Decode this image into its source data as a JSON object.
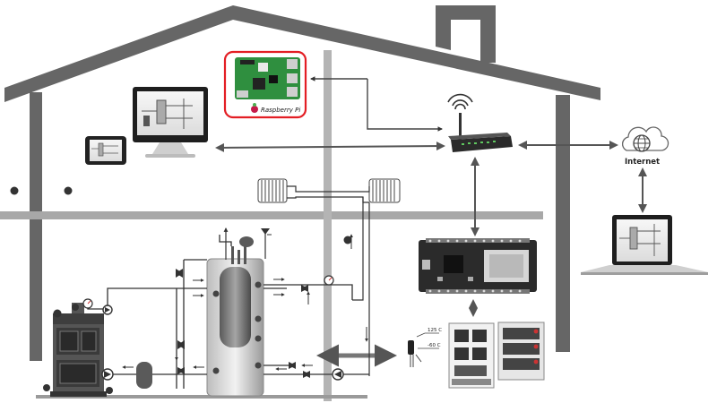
{
  "labels": {
    "raspberry": "Raspberry Pi",
    "internet": "Internet",
    "temp_high": "125 C",
    "temp_low": "-60 C"
  },
  "colors": {
    "house": "#666666",
    "wall_light": "#a8a8a8",
    "pi_border": "#e31e24",
    "pi_board": "#2f8f3f",
    "esp_board": "#2b2b2b",
    "arrow": "#555555"
  },
  "icons": [
    "raspberry-pi-board",
    "router-icon",
    "cloud-globe-icon",
    "laptop-icon",
    "desktop-monitor-icon",
    "tablet-icon",
    "esp-board-icon",
    "relay-module-icon",
    "temperature-sensor-icon",
    "boiler-icon",
    "storage-tank-icon",
    "radiator-icon",
    "expansion-vessel-icon",
    "pump-icon",
    "valve-icon",
    "pressure-gauge-icon"
  ]
}
